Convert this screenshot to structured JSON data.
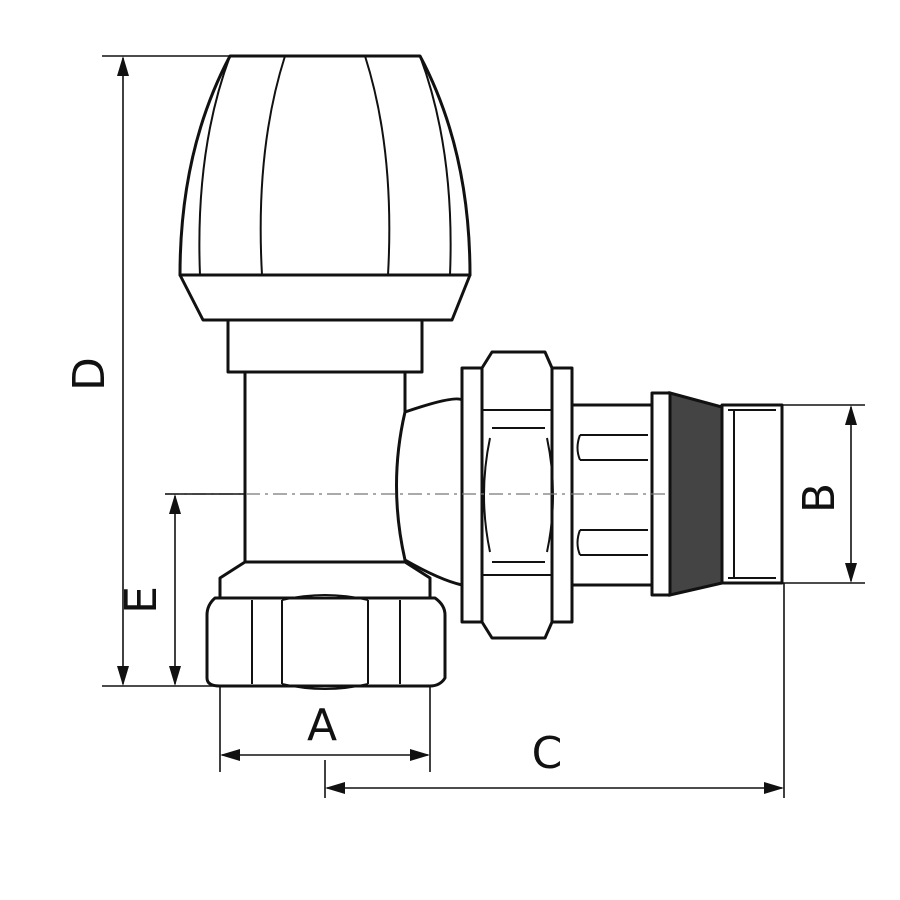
{
  "dimensions": {
    "A": "A",
    "B": "B",
    "C": "C",
    "D": "D",
    "E": "E"
  },
  "colors": {
    "line": "#111111",
    "thread": "#444444",
    "background": "#ffffff"
  }
}
